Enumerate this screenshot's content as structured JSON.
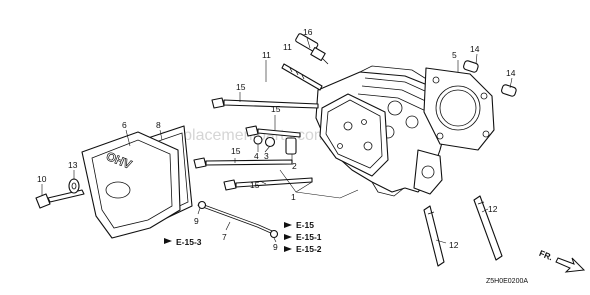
{
  "watermark": "ereplacementparts.com",
  "drawing_code": "Z5H0E0200A",
  "direction_label": "FR.",
  "cover_badge": "OHV",
  "callouts": {
    "c16": "16",
    "c11": "11",
    "c5": "5",
    "c14a": "14",
    "c14b": "14",
    "c15a": "15",
    "c15b": "15",
    "c15c": "15",
    "c15d": "15",
    "c6": "6",
    "c8": "8",
    "c13": "13",
    "c10": "10",
    "c4": "4",
    "c3": "3",
    "c2": "2",
    "c1": "1",
    "c9a": "9",
    "c9b": "9",
    "c7": "7",
    "c12a": "12",
    "c12b": "12"
  },
  "references": {
    "e15": "E-15",
    "e151": "E-15-1",
    "e152": "E-15-2",
    "e153": "E-15-3"
  }
}
